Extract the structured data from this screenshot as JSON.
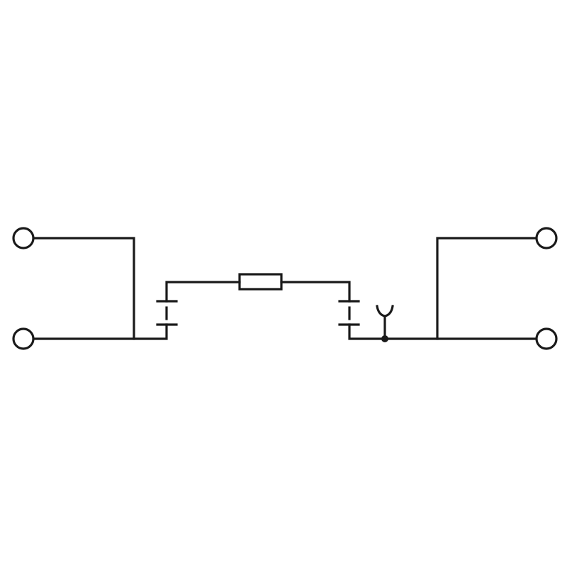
{
  "diagram": {
    "type": "circuit-schematic",
    "line_color": "#1a1a1a",
    "background": "#ffffff",
    "components": [
      {
        "id": "terminal-left-top",
        "kind": "terminal"
      },
      {
        "id": "terminal-left-bottom",
        "kind": "terminal"
      },
      {
        "id": "disconnect-left",
        "kind": "disconnect-contact"
      },
      {
        "id": "fuse",
        "kind": "fuse"
      },
      {
        "id": "disconnect-right",
        "kind": "disconnect-contact"
      },
      {
        "id": "test-socket",
        "kind": "test-socket"
      },
      {
        "id": "terminal-right-top",
        "kind": "terminal"
      },
      {
        "id": "terminal-right-bottom",
        "kind": "terminal"
      }
    ]
  }
}
